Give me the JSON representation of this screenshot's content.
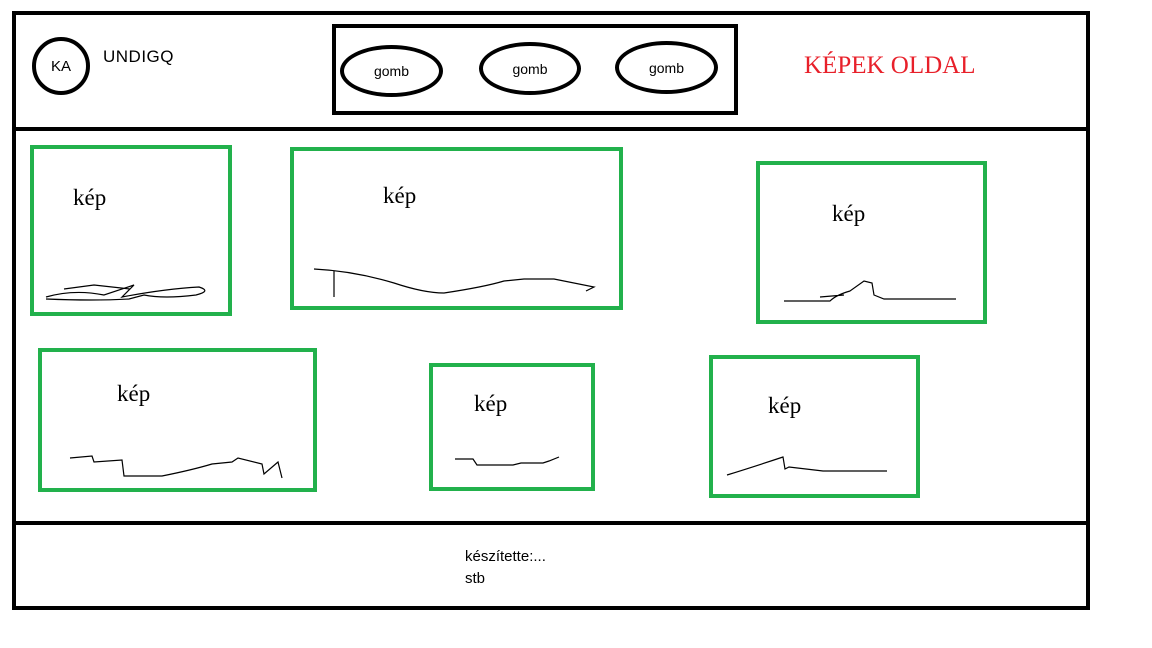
{
  "header": {
    "logo_text": "KA",
    "site_name": "UNDIGQ",
    "nav": [
      "gomb",
      "gomb",
      "gomb"
    ],
    "page_title": "KÉPEK OLDAL"
  },
  "gallery": {
    "items": [
      {
        "label": "kép"
      },
      {
        "label": "kép"
      },
      {
        "label": "kép"
      },
      {
        "label": "kép"
      },
      {
        "label": "kép"
      },
      {
        "label": "kép"
      }
    ]
  },
  "footer": {
    "credit": "készítette:...",
    "etc": "stb"
  },
  "colors": {
    "border": "#000000",
    "image_frame": "#22b14c",
    "title": "#e8202a"
  }
}
